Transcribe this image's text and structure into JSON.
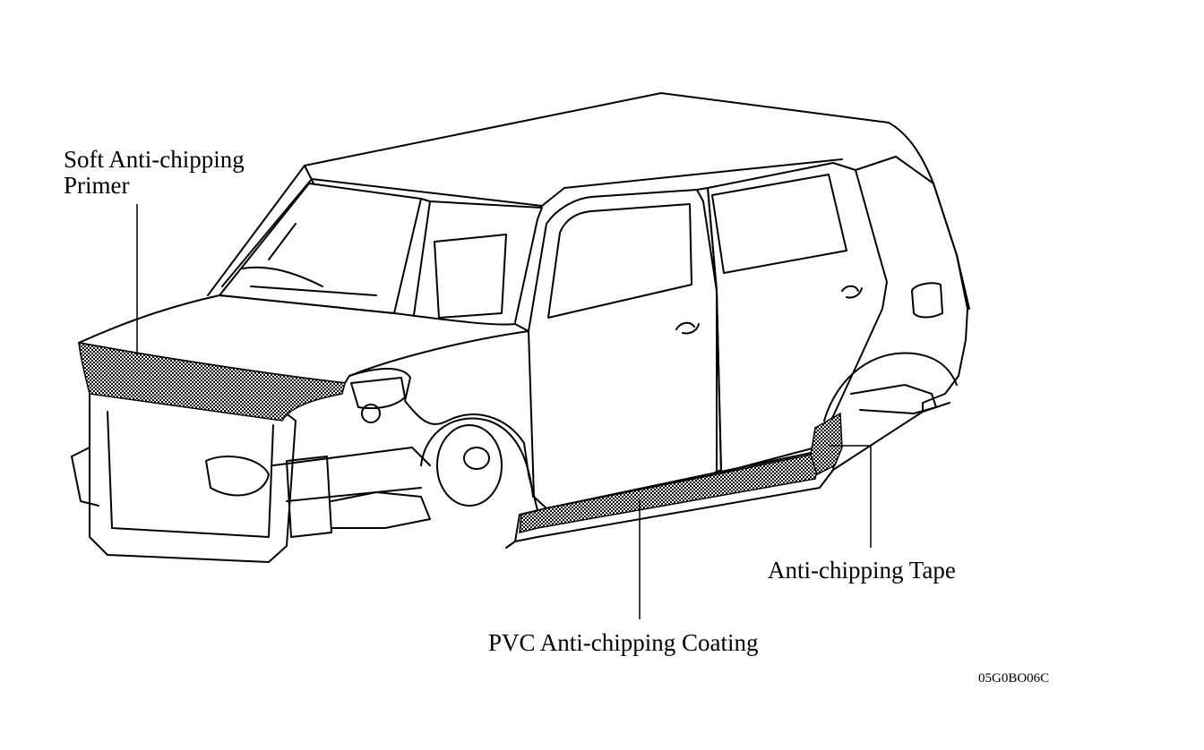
{
  "callouts": {
    "soft_primer": {
      "line1": "Soft Anti-chipping",
      "line2": "Primer"
    },
    "pvc_coating": "PVC Anti-chipping Coating",
    "tape": "Anti-chipping Tape"
  },
  "figure_code": "05G0BO06C"
}
